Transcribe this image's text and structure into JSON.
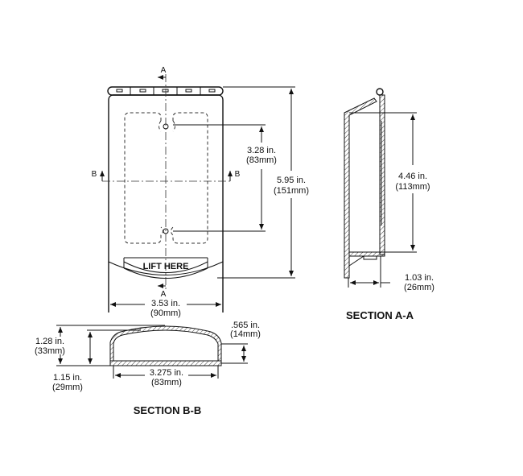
{
  "front_view": {
    "section_a_label_top": "A",
    "section_a_label_bottom": "A",
    "section_b_label_left": "B",
    "section_b_label_right": "B",
    "lift_text": "LIFT HERE",
    "dim_hole_spacing": {
      "in": "3.28 in.",
      "mm": "(83mm)"
    },
    "dim_height": {
      "in": "5.95 in.",
      "mm": "(151mm)"
    },
    "dim_width": {
      "in": "3.53 in.",
      "mm": "(90mm)"
    }
  },
  "section_aa": {
    "title": "SECTION A-A",
    "dim_inner_height": {
      "in": "4.46 in.",
      "mm": "(113mm)"
    },
    "dim_depth": {
      "in": "1.03 in.",
      "mm": "(26mm)"
    }
  },
  "section_bb": {
    "title": "SECTION B-B",
    "dim_overall_height": {
      "in": "1.28 in.",
      "mm": "(33mm)"
    },
    "dim_inner_height": {
      "in": "1.15 in.",
      "mm": "(29mm)"
    },
    "dim_side_height": {
      "in": ".565 in.",
      "mm": "(14mm)"
    },
    "dim_inner_width": {
      "in": "3.275 in.",
      "mm": "(83mm)"
    }
  }
}
